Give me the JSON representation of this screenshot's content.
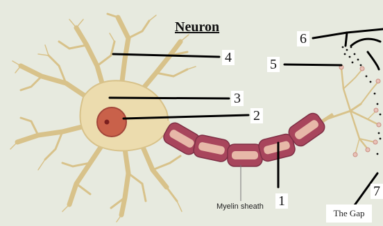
{
  "title": "Neuron",
  "labels": {
    "n1": "1",
    "n2": "2",
    "n3": "3",
    "n4": "4",
    "n5": "5",
    "n6": "6",
    "n7": "7"
  },
  "myelin_caption": "Myelin sheath",
  "gap_caption": "The Gap",
  "colors": {
    "background": "#e7eadf",
    "cell_body": "#ecdcae",
    "nucleus": "#c9614a",
    "myelin": "#a8455c",
    "leader_line": "#000000"
  }
}
